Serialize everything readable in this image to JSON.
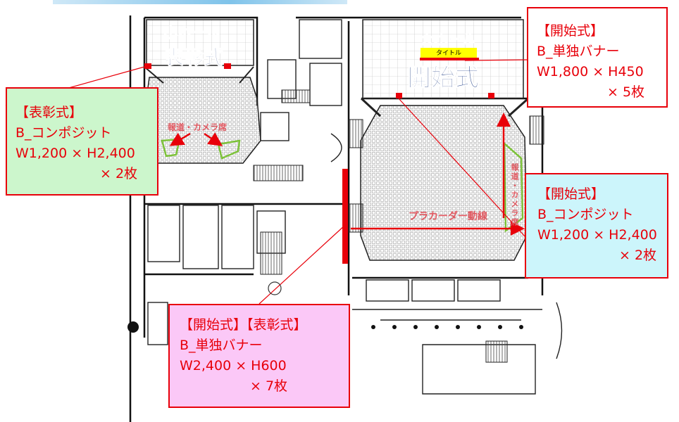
{
  "callouts": {
    "hyosho_composite": {
      "event": "【表彰式】",
      "type": "B_コンポジット",
      "size": "W1,200 × H2,400",
      "qty": "× 2枚"
    },
    "opening_banner_large": {
      "event": "【開始式】",
      "type": "B_単独バナー",
      "size": "W1,800 × H450",
      "qty": "× 5枚"
    },
    "opening_composite": {
      "event": "【開始式】",
      "type": "B_コンポジット",
      "size": "W1,200 × H2,400",
      "qty": "× 2枚"
    },
    "both_banner_small": {
      "event": "【開始式】【表彰式】",
      "type": "B_単独バナー",
      "size": "W2,400 × H600",
      "qty": "× 7枚"
    }
  },
  "halls": {
    "small": {
      "name": "小ホール",
      "event": "表彰式"
    },
    "large": {
      "name": "大ホール",
      "event": "開始式",
      "title_tag": "タイトル"
    }
  },
  "annotations": {
    "camera_area": "報道・カメラ席",
    "placard_route": "プラカーダー動線",
    "camera_area_right": "報道・カメラ席"
  },
  "colors": {
    "callout_border": "#e8000a",
    "callout_text": "#e8000a",
    "hyosho_fill": "#ccf6cc",
    "opening_composite_fill": "#ccf5fb",
    "small_banner_fill": "#fbc8f7",
    "title_tag_fill": "#ffff00",
    "marker": "#e8000a",
    "composite_outline": "#7dc23a",
    "hall_title": "#2e4a8c"
  }
}
